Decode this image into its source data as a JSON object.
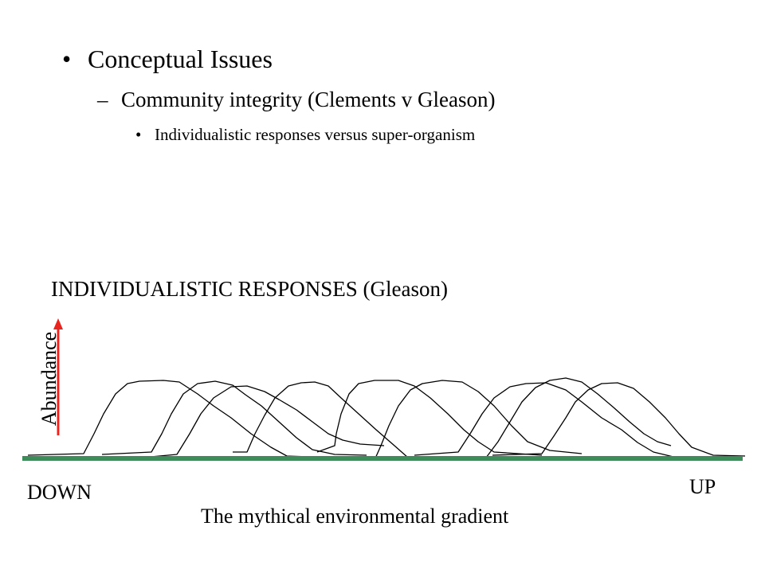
{
  "bullets": {
    "level1": "Conceptual Issues",
    "level2": "Community integrity (Clements v Gleason)",
    "level3": "Individualistic responses versus super-organism",
    "bullet_glyph": "•",
    "dash_glyph": "–"
  },
  "diagram": {
    "heading": "INDIVIDUALISTIC RESPONSES (Gleason)",
    "y_axis_label": "Abundance",
    "left_end_label": "DOWN",
    "right_end_label": "UP",
    "x_axis_caption": "The mythical environmental gradient",
    "colors": {
      "gradient_bar": "#3d8c5a",
      "abundance_arrow": "#e8251f",
      "curves": "#000000"
    }
  }
}
